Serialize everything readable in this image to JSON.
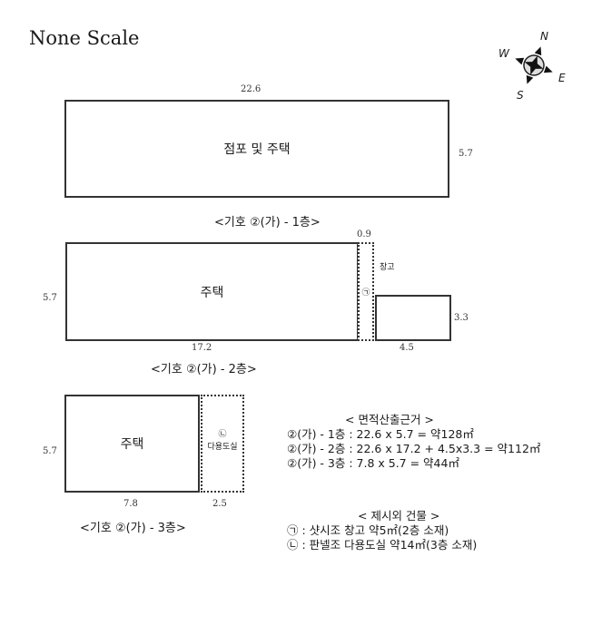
{
  "title": "None Scale",
  "compass": {
    "n": "N",
    "e": "E",
    "s": "S",
    "w": "W"
  },
  "floor1": {
    "label": "점포 및 주택",
    "width_dim": "22.6",
    "height_dim": "5.7",
    "caption": "<기호 ②(가) - 1층>"
  },
  "floor2": {
    "label": "주택",
    "width_dim": "17.2",
    "height_dim": "5.7",
    "annex_width_dim": "0.9",
    "annex_marker": "㉠",
    "annex_label": "창고",
    "small_width_dim": "4.5",
    "small_height_dim": "3.3",
    "caption": "<기호 ②(가) - 2층>"
  },
  "floor3": {
    "label": "주택",
    "width_dim": "7.8",
    "height_dim": "5.7",
    "annex_width_dim": "2.5",
    "annex_marker": "㉡",
    "annex_label": "다용도실",
    "caption": "<기호 ②(가) - 3층>"
  },
  "area_calc": {
    "header": "< 면적산출근거 >",
    "lines": [
      "②(가) - 1층 : 22.6 x 5.7 = 약128㎡",
      "②(가) - 2층 : 22.6 x 17.2 + 4.5x3.3 = 약112㎡",
      "②(가) - 3층 : 7.8 x 5.7 = 약44㎡"
    ]
  },
  "extra_buildings": {
    "header": "< 제시외 건물 >",
    "lines": [
      "㉠ : 샷시조 창고 약5㎡(2층 소재)",
      "㉡ : 판넬조 다용도실 약14㎡(3층 소재)"
    ]
  }
}
